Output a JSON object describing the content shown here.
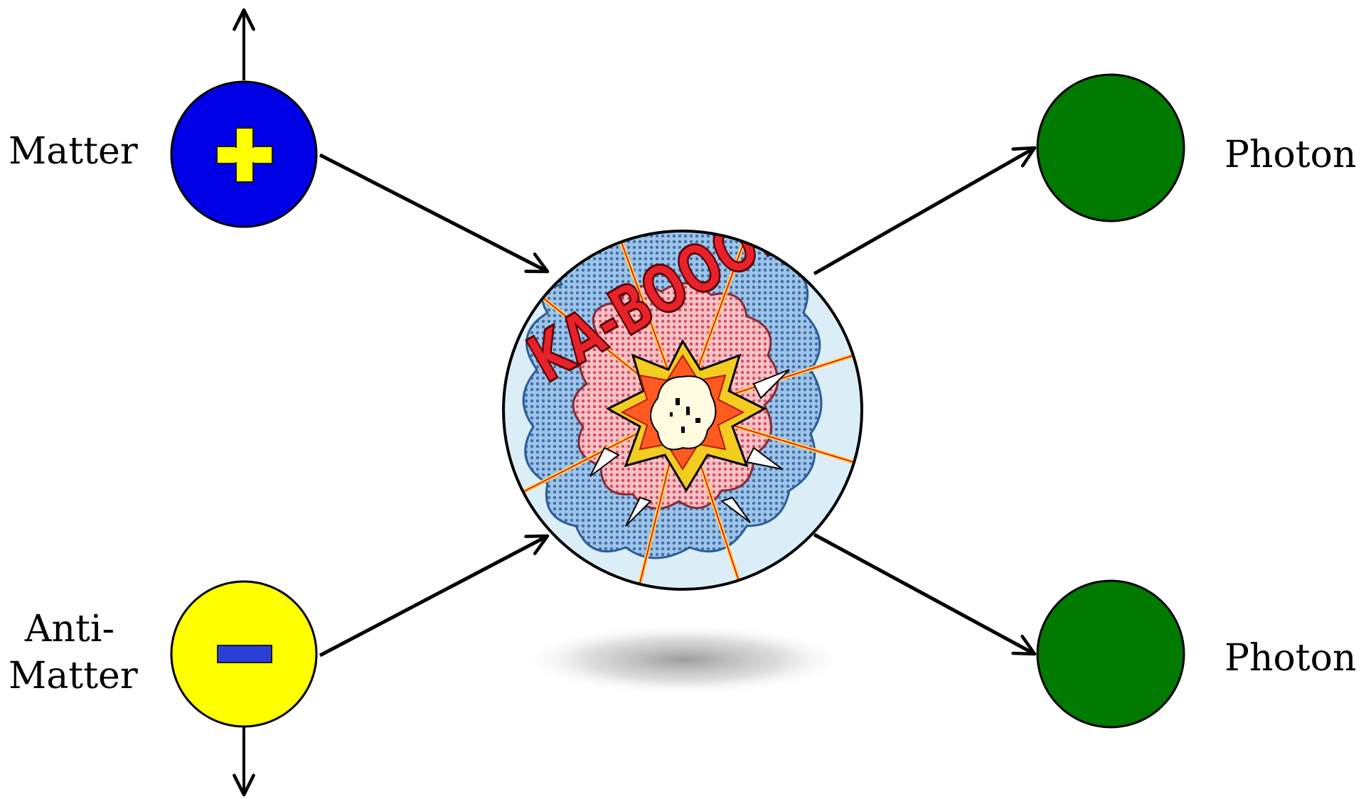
{
  "labels": {
    "matter": "Matter",
    "antimatter_line1": "Anti-",
    "antimatter_line2": "Matter",
    "photon_top": "Photon",
    "photon_bottom": "Photon"
  },
  "explosion": {
    "text": "KA-BOOOM"
  },
  "colors": {
    "matter": "#0000e6",
    "antimatter": "#ffff00",
    "photon": "#007a00",
    "plus_sign": "#ffff00",
    "minus_sign": "#2a3fd6",
    "explosion_text": "#e8222a",
    "explosion_bg": "#dbeef8",
    "arrow": "#000000"
  },
  "icons": {
    "matter": "plus-sign-icon",
    "antimatter": "minus-sign-icon",
    "explosion": "explosion-icon"
  }
}
